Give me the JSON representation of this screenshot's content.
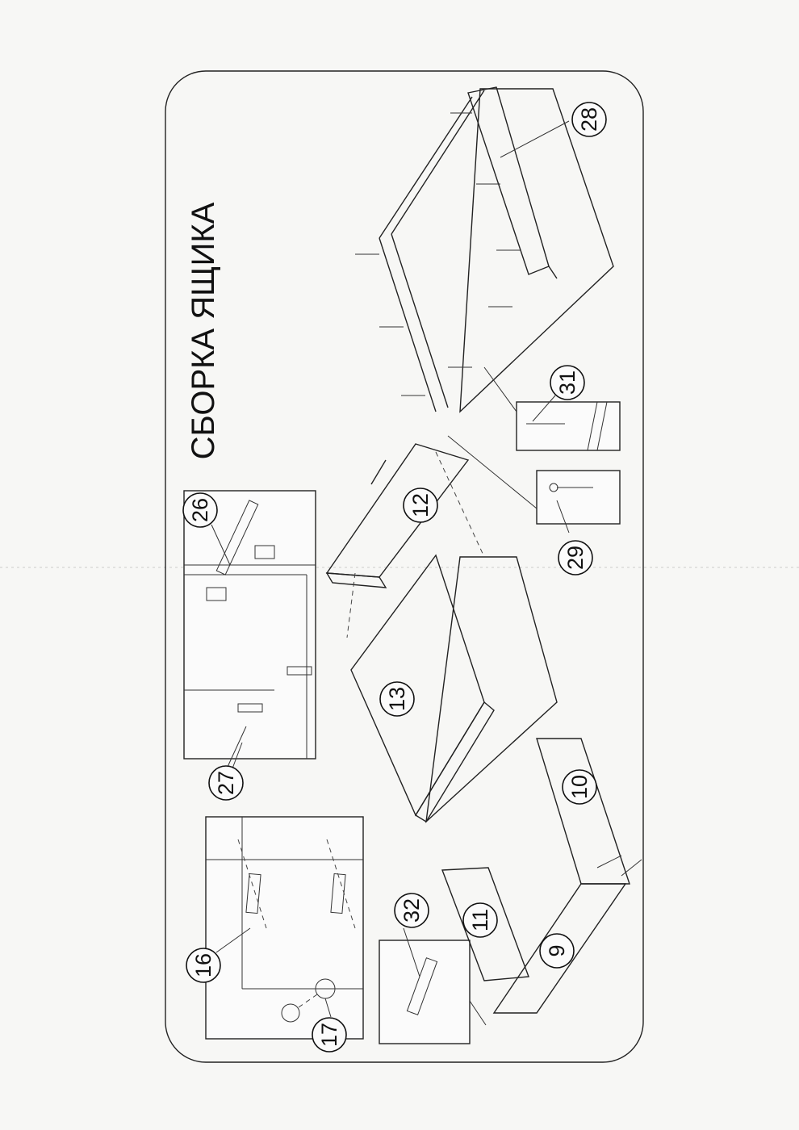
{
  "title": "СБОРКА ЯЩИКА",
  "parts": {
    "p9": "9",
    "p10": "10",
    "p11": "11",
    "p12": "12",
    "p13": "13",
    "p16": "16",
    "p17": "17",
    "p26": "26",
    "p27": "27",
    "p28": "28",
    "p29": "29",
    "p31": "31",
    "p32": "32"
  }
}
